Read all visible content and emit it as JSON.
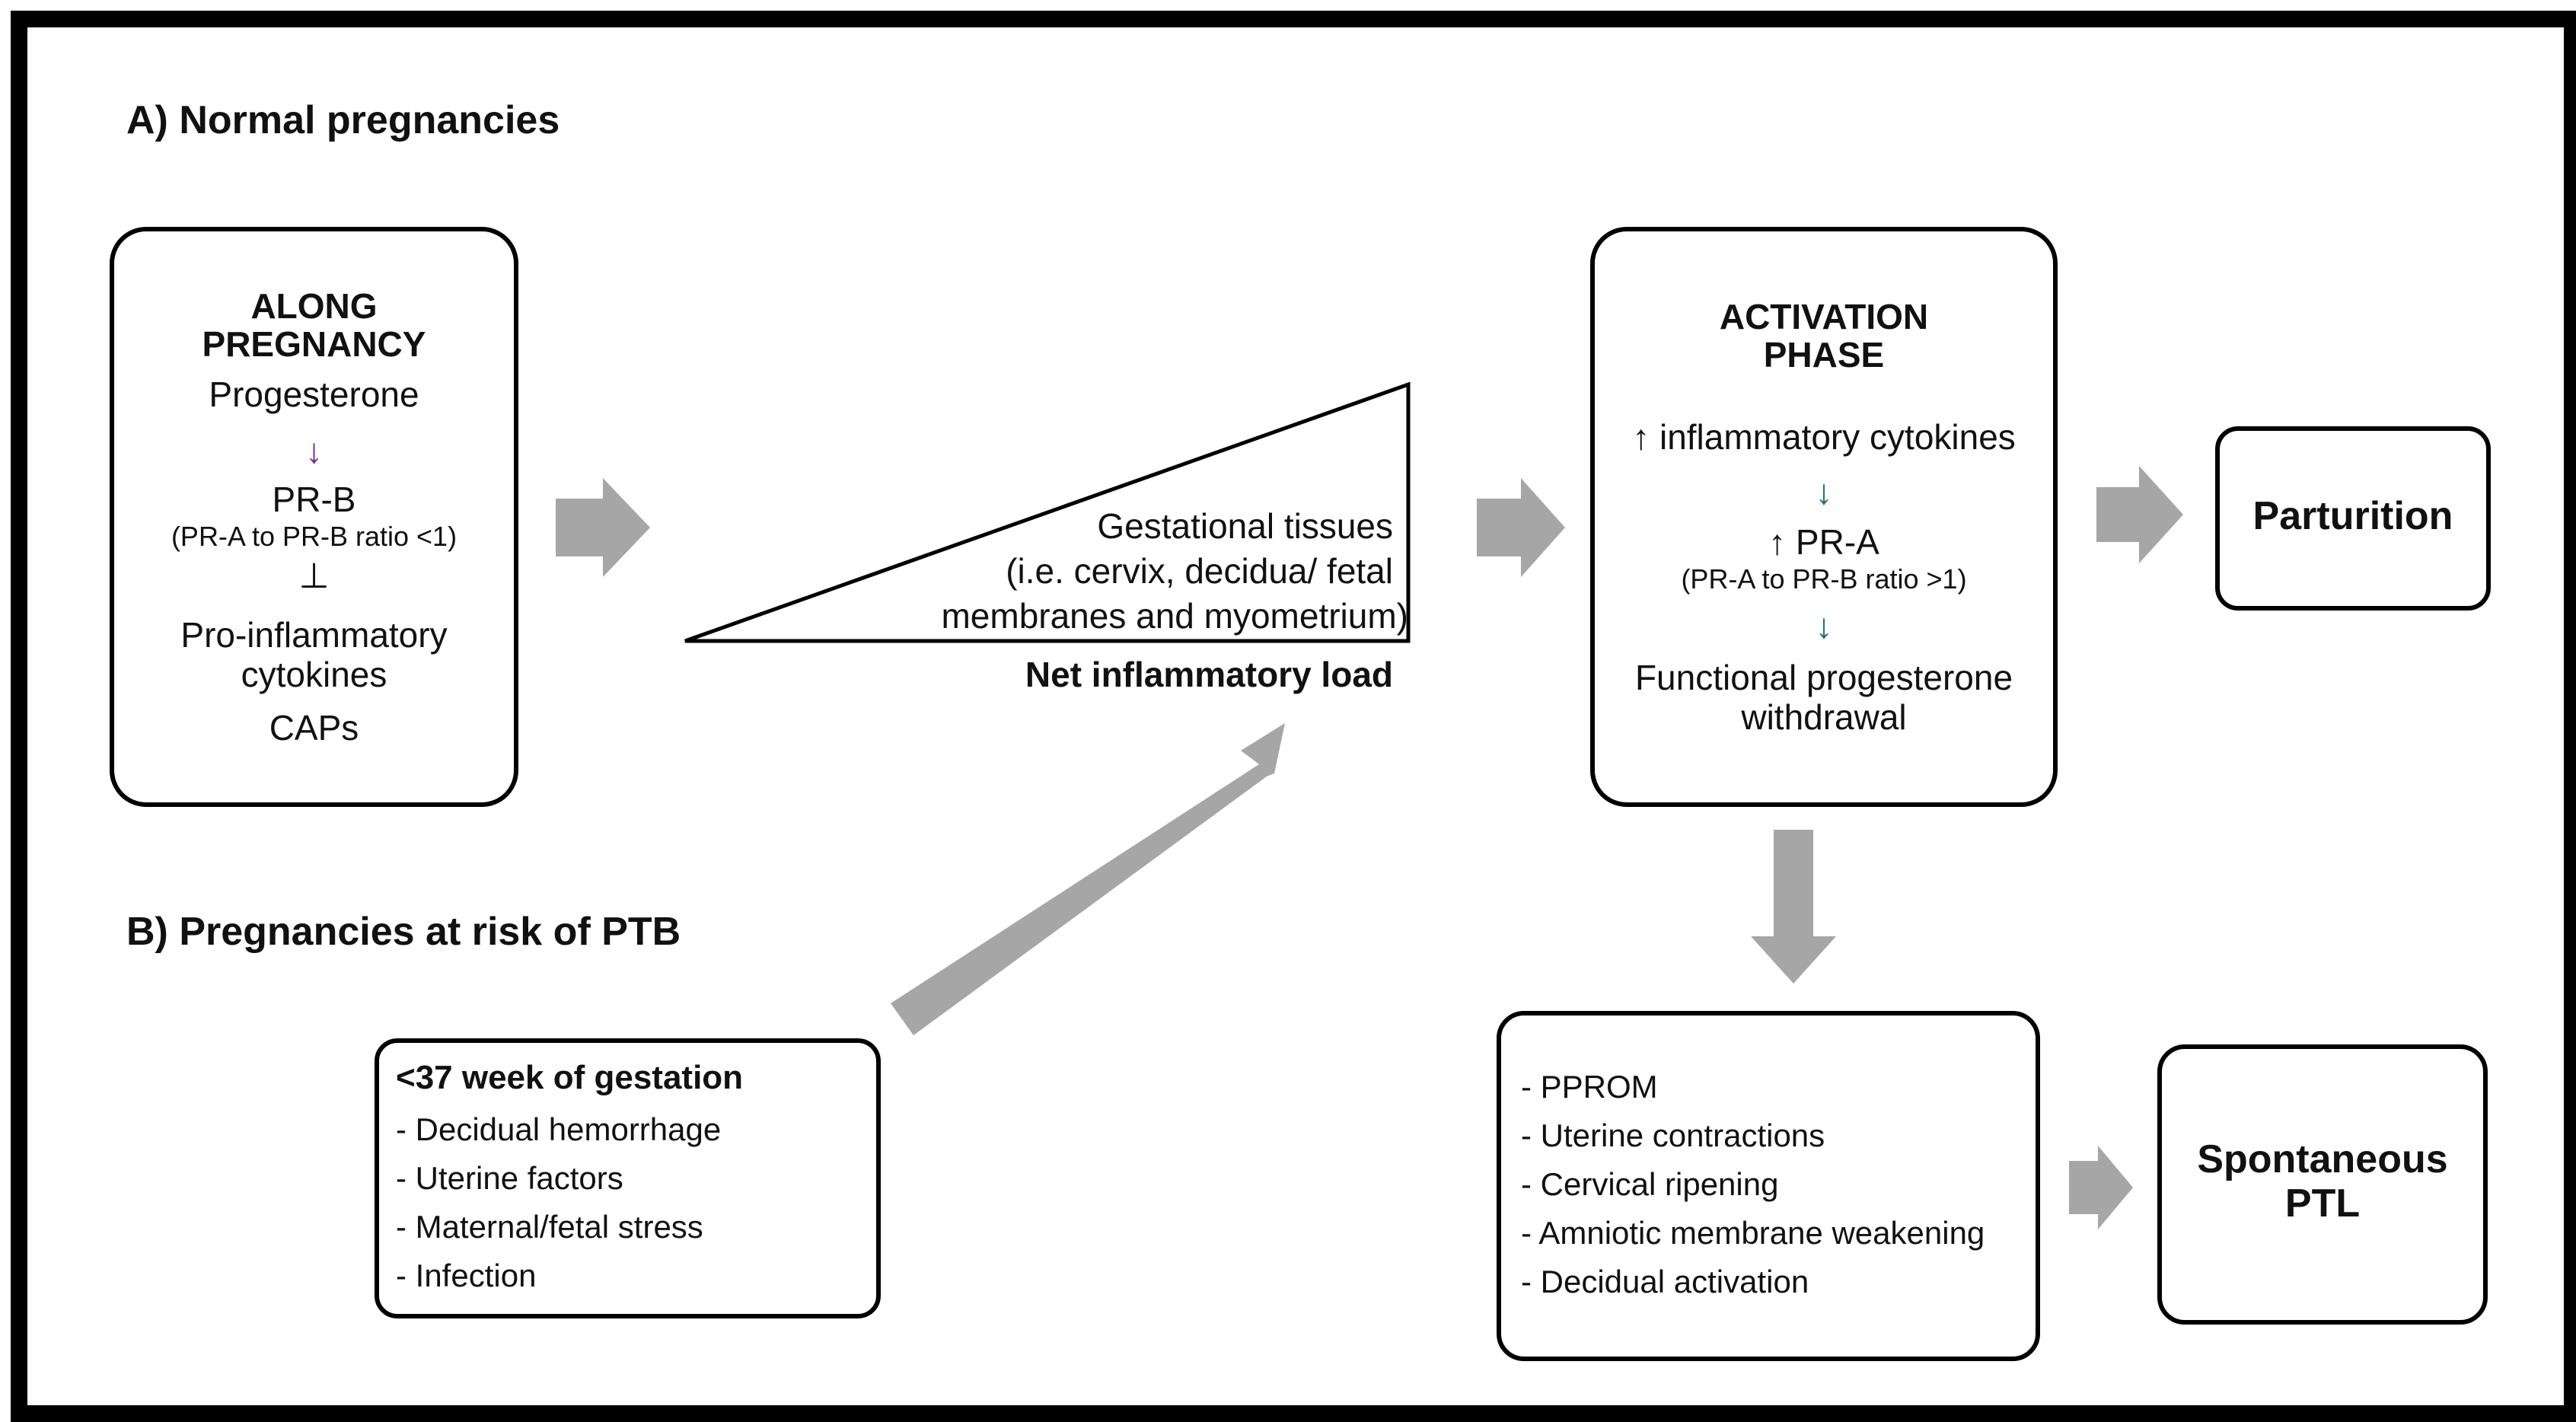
{
  "sections": {
    "a_title": "A) Normal pregnancies",
    "b_title": "B) Pregnancies at risk of PTB"
  },
  "along": {
    "heading_1": "ALONG",
    "heading_2": "PREGNANCY",
    "progesterone": "Progesterone",
    "arrow_down": "↓",
    "prb": "PR-B",
    "ratio": "(PR-A to PR-B ratio <1)",
    "inhibit": "⊥",
    "proinflammatory_1": "Pro-inflammatory",
    "proinflammatory_2": "cytokines",
    "caps": "CAPs"
  },
  "triangle": {
    "line_1": "Gestational tissues",
    "line_2": "(i.e. cervix, decidua/ fetal",
    "line_3": "membranes and myometrium)",
    "caption": "Net inflammatory load"
  },
  "activation": {
    "heading_1": "ACTIVATION",
    "heading_2": "PHASE",
    "cytokines": "↑ inflammatory cytokines",
    "arrow_1": "↓",
    "pra": "↑ PR-A",
    "ratio": "(PR-A to PR-B ratio >1)",
    "arrow_2": "↓",
    "withdrawal_1": "Functional progesterone",
    "withdrawal_2": "withdrawal"
  },
  "parturition": {
    "label": "Parturition"
  },
  "risk": {
    "heading": "<37 week of gestation",
    "items": [
      "- Decidual  hemorrhage",
      "- Uterine factors",
      "- Maternal/fetal stress",
      "- Infection"
    ]
  },
  "outcomes": {
    "items": [
      "- PPROM",
      "- Uterine contractions",
      "- Cervical ripening",
      "- Amniotic membrane weakening",
      "- Decidual activation"
    ]
  },
  "ptl": {
    "label_1": "Spontaneous",
    "label_2": "PTL"
  },
  "colors": {
    "arrow": "#a6a6a6",
    "purple_arrow": "#7030a0",
    "teal_arrow": "#1f6f78"
  }
}
